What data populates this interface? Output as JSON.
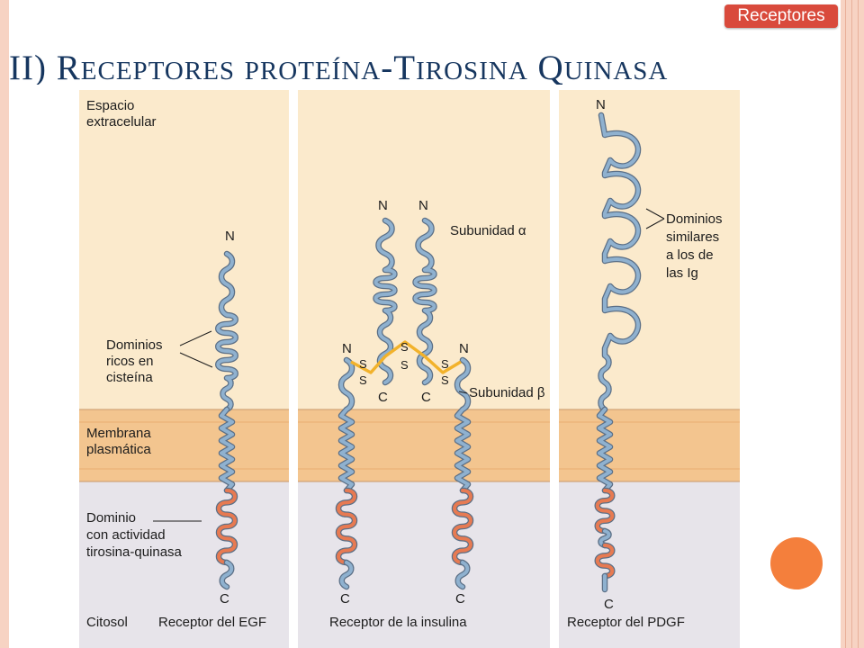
{
  "header": {
    "tag": "Receptores",
    "title": "II) Receptores proteína-Tirosina Quinasa"
  },
  "regions": {
    "extracellular": "Espacio extracelular",
    "membrane": "Membrana plasmática",
    "cytosol": "Citosol"
  },
  "egf": {
    "n": "N",
    "c": "C",
    "cys_label": [
      "Dominios",
      "ricos en",
      "cisteína"
    ],
    "kinase_label": [
      "Dominio",
      "con actividad",
      "tirosina-quinasa"
    ],
    "caption": "Receptor del EGF"
  },
  "insulin": {
    "n": "N",
    "c": "C",
    "alpha_label": "Subunidad α",
    "beta_label": "Subunidad β",
    "ss": "S",
    "caption": "Receptor de la insulina"
  },
  "pdgf": {
    "n": "N",
    "c": "C",
    "ig_label": [
      "Dominios",
      "similares",
      "a los de",
      "las Ig"
    ],
    "caption": "Receptor del PDGF"
  },
  "colors": {
    "extracellular": "#fbeacc",
    "membrane": "#f3c58f",
    "cytosol": "#e7e4ea",
    "chain": "#8fb1cf",
    "kinase": "#e77a52",
    "disulfide": "#f2b22b",
    "title": "#16365f",
    "tag": "#d94a3c",
    "accent_dot": "#f47f3c"
  }
}
